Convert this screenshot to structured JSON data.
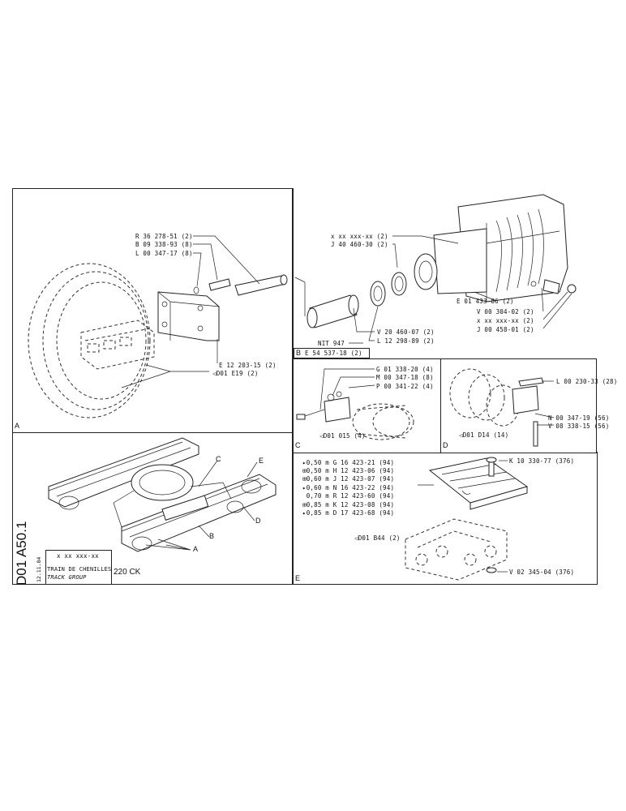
{
  "doc": {
    "ref_code": "D01 A50.1",
    "date": "12.11.84",
    "part_number_placeholder": "x xx xxx-xx",
    "title_fr": "TRAIN DE CHENILLES",
    "title_en": "TRACK GROUP",
    "model": "220 CK"
  },
  "panel_a": {
    "letter": "A",
    "labels": [
      "R 36 278-51 (2)",
      "B 09 338-93 (8)",
      "L 00 347-17 (8)",
      "E 12 203-15 (2)",
      "◁D01 E19 (2)"
    ]
  },
  "panel_b": {
    "letter": "B",
    "code": "E 54 537-18 (2)",
    "nit": "NIT 947",
    "labels": [
      "x xx xxx-xx (2)",
      "J 40 460-30 (2)",
      "E 01 433-86 (2)",
      "V 00 304-02 (2)",
      "x xx xxx-xx (2)",
      "J 00 458-01 (2)",
      "V 20 460-07 (2)",
      "L 12 298-89 (2)"
    ]
  },
  "panel_c": {
    "letter": "C",
    "labels": [
      "G 01 338-20 (4)",
      "M 00 347-18 (8)",
      "P 00 341-22 (4)",
      "◁D01 015 (4)"
    ]
  },
  "panel_d": {
    "letter": "D",
    "labels": [
      "L 00 230-33 (28)",
      "N 00 347-19 (56)",
      "V 08 338-15 (56)",
      "◁D01 D14 (14)"
    ]
  },
  "panel_e": {
    "letter": "E",
    "table": [
      {
        "len": "0,50 m",
        "part": "G 16 423-21 (94)"
      },
      {
        "len": "0,50 m",
        "part": "H 12 423-06 (94)"
      },
      {
        "len": "0,60 m",
        "part": "J 12 423-07 (94)"
      },
      {
        "len": "0,60 m",
        "part": "N 16 423-22 (94)"
      },
      {
        "len": "0,70 m",
        "part": "R 12 423-60 (94)"
      },
      {
        "len": "0,85 m",
        "part": "K 12 423-08 (94)"
      },
      {
        "len": "0,85 m",
        "part": "D 17 423-68 (94)"
      }
    ],
    "labels": [
      "K 10 330-77 (376)",
      "◁D01 B44 (2)",
      "V 02 345-04 (376)"
    ]
  },
  "overview": {
    "callouts": [
      "A",
      "B",
      "C",
      "D",
      "E"
    ]
  }
}
